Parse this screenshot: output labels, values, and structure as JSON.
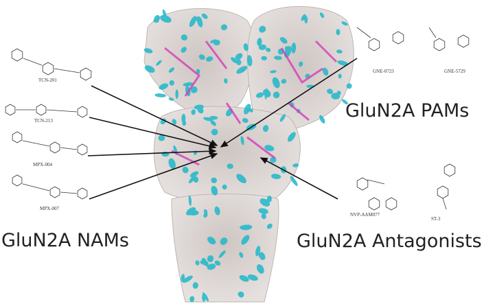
{
  "groups": {
    "nams": "GluN2A NAMs",
    "pams": "GluN2A PAMs",
    "antagonists": "GluN2A Antagonists"
  },
  "compounds": {
    "nams": [
      "TCN-201",
      "TCN-213",
      "MPX-004",
      "MPX-007"
    ],
    "pams": [
      "GNE-0723",
      "GNE-5729"
    ],
    "antagonists": [
      "NVP-AAM077",
      "ST-3"
    ]
  },
  "colors": {
    "surface": "#d9d2cf",
    "helix_cyan": "#1fb8c9",
    "strand_magenta": "#d33fb8",
    "arrow": "#111111"
  }
}
